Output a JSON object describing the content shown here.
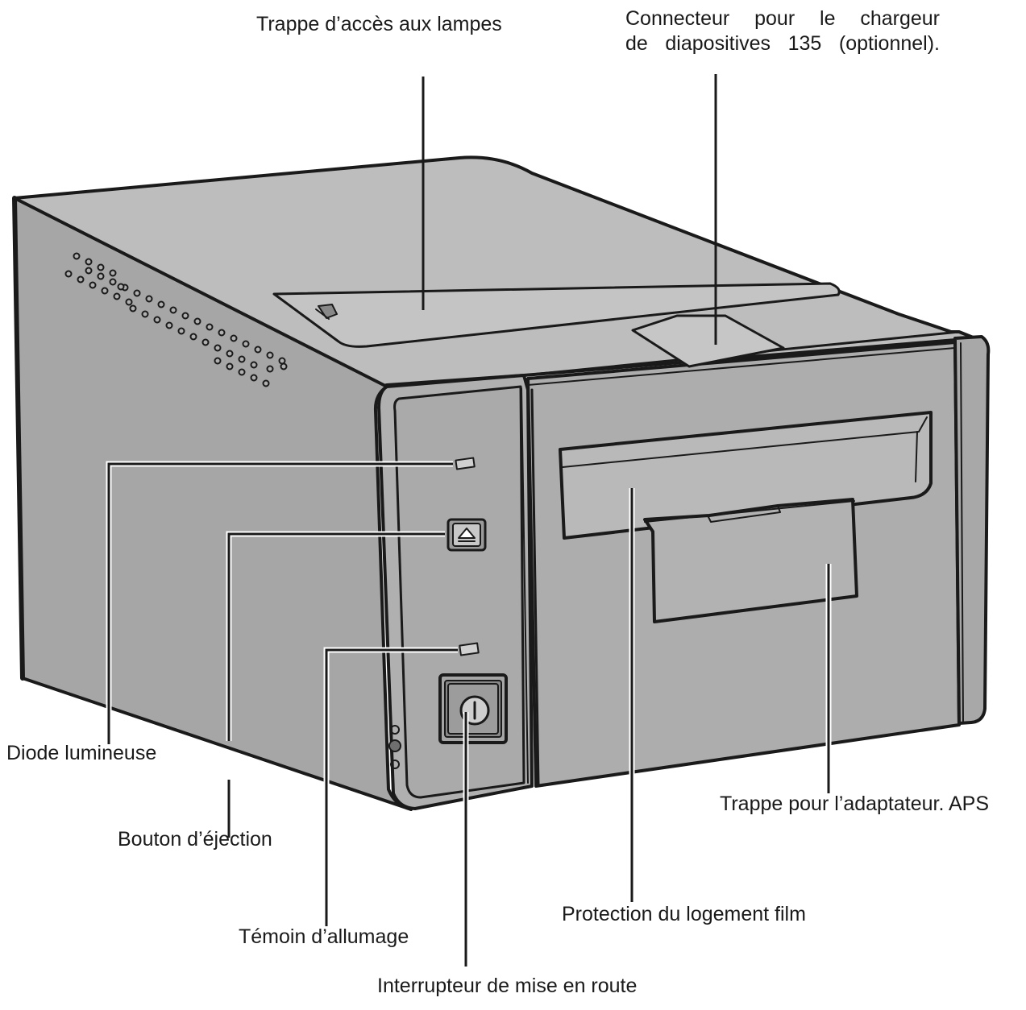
{
  "labels": {
    "lamp_door": "Trappe d’accès aux lampes",
    "slide_connector_line1": "Connecteur pour le chargeur",
    "slide_connector_line2": "de diapositives 135 (optionnel).",
    "led": "Diode lumineuse",
    "eject_button": "Bouton d’éjection",
    "power_indicator": "Témoin d’allumage",
    "power_switch": "Interrupteur de mise en route",
    "film_slot_cover": "Protection du logement film",
    "aps_adapter_door": "Trappe pour l’adaptateur. APS"
  },
  "colors": {
    "body_top": "#b9b9b9",
    "body_side": "#a3a3a3",
    "body_front": "#adadad",
    "outline": "#1a1a1a",
    "background": "#ffffff"
  }
}
